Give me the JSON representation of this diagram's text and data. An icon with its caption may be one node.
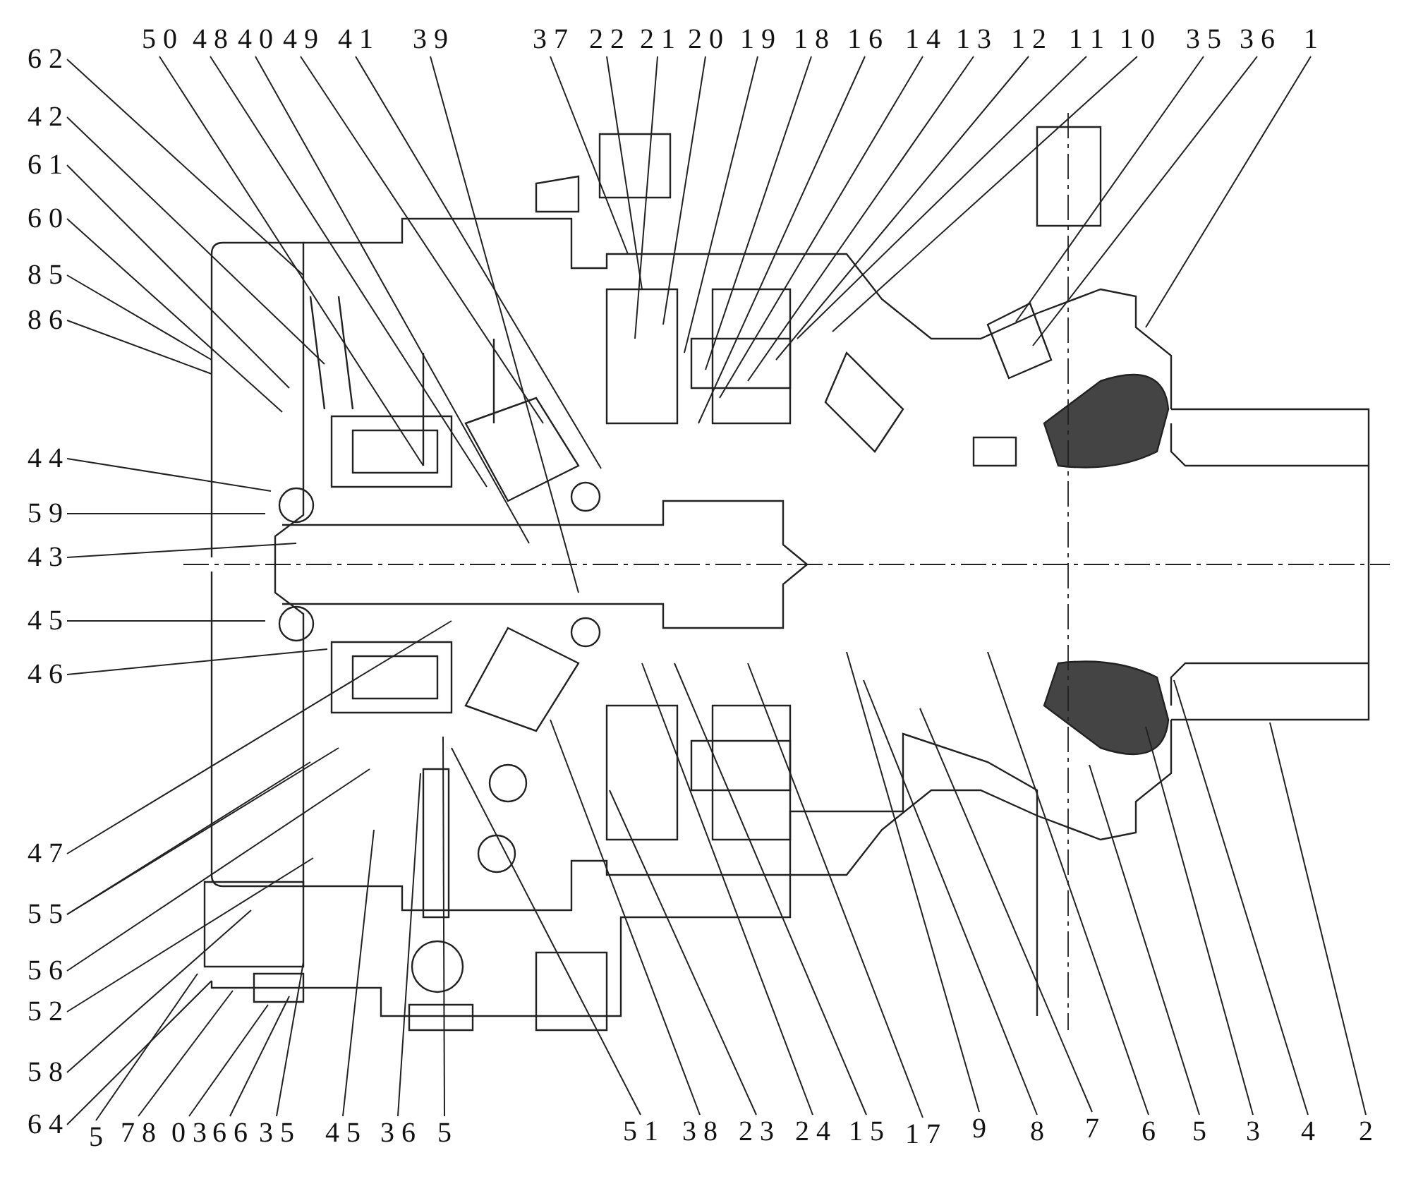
{
  "diagram": {
    "nodes": [
      {
        "text": [
          "5 0"
        ]
      },
      {
        "text": [
          "4 8"
        ]
      },
      {
        "text": [
          "4 0"
        ]
      },
      {
        "text": [
          "4 9"
        ]
      },
      {
        "text": [
          "4 1"
        ]
      },
      {
        "text": [
          "3 9"
        ]
      },
      {
        "text": [
          "3 7"
        ]
      },
      {
        "text": [
          "2 2"
        ]
      },
      {
        "text": [
          "2 1"
        ]
      },
      {
        "text": [
          "2 0"
        ]
      },
      {
        "text": [
          "1 9"
        ]
      },
      {
        "text": [
          "1 8"
        ]
      },
      {
        "text": [
          "1 6"
        ]
      },
      {
        "text": [
          "1 4"
        ]
      },
      {
        "text": [
          "1 3"
        ]
      },
      {
        "text": [
          "1 2"
        ]
      },
      {
        "text": [
          "1 1"
        ]
      },
      {
        "text": [
          "1 0"
        ]
      },
      {
        "text": [
          "3 5"
        ]
      },
      {
        "text": [
          "3 6"
        ]
      },
      {
        "text": [
          "1"
        ]
      },
      {
        "text": [
          "6 2"
        ]
      },
      {
        "text": [
          "4 2"
        ]
      },
      {
        "text": [
          "6 1"
        ]
      },
      {
        "text": [
          "6 0"
        ]
      },
      {
        "text": [
          "8 5"
        ]
      },
      {
        "text": [
          "8 6"
        ]
      },
      {
        "text": [
          "4 4"
        ]
      },
      {
        "text": [
          "5 9"
        ]
      },
      {
        "text": [
          "4 3"
        ]
      },
      {
        "text": [
          "4 5"
        ]
      },
      {
        "text": [
          "4 6"
        ]
      },
      {
        "text": [
          "4 7"
        ]
      },
      {
        "text": [
          "5 5"
        ]
      },
      {
        "text": [
          "5 6"
        ]
      },
      {
        "text": [
          "5 2"
        ]
      },
      {
        "text": [
          "5 8"
        ]
      },
      {
        "text": [
          "6 4"
        ]
      },
      {
        "text": [
          "5"
        ]
      },
      {
        "text": [
          "7 8"
        ]
      },
      {
        "text": [
          "0 3"
        ]
      },
      {
        "text": [
          "6 6"
        ]
      },
      {
        "text": [
          "3 5"
        ]
      },
      {
        "text": [
          "4 5"
        ]
      },
      {
        "text": [
          "3 6"
        ]
      },
      {
        "text": [
          "5"
        ]
      },
      {
        "text": [
          "5 1"
        ]
      },
      {
        "text": [
          "3 8"
        ]
      },
      {
        "text": [
          "2 3"
        ]
      },
      {
        "text": [
          "2 4"
        ]
      },
      {
        "text": [
          "1 5"
        ]
      },
      {
        "text": [
          "1 7"
        ]
      },
      {
        "text": [
          "9"
        ]
      },
      {
        "text": [
          "8"
        ]
      },
      {
        "text": [
          "7"
        ]
      },
      {
        "text": [
          "6"
        ]
      },
      {
        "text": [
          "5"
        ]
      },
      {
        "text": [
          "3"
        ]
      },
      {
        "text": [
          "4"
        ]
      },
      {
        "text": [
          "2"
        ]
      }
    ],
    "edges": [
      {
        "from": 0,
        "to": null,
        "arrow": "none"
      },
      {
        "from": 1,
        "to": null,
        "arrow": "none"
      },
      {
        "from": 2,
        "to": null,
        "arrow": "none"
      },
      {
        "from": 3,
        "to": null,
        "arrow": "none"
      },
      {
        "from": 4,
        "to": null,
        "arrow": "none"
      },
      {
        "from": 5,
        "to": null,
        "arrow": "none"
      },
      {
        "from": 6,
        "to": null,
        "arrow": "none"
      },
      {
        "from": 7,
        "to": null,
        "arrow": "none"
      },
      {
        "from": 8,
        "to": null,
        "arrow": "none"
      },
      {
        "from": 9,
        "to": null,
        "arrow": "none"
      },
      {
        "from": 10,
        "to": null,
        "arrow": "none"
      },
      {
        "from": 11,
        "to": null,
        "arrow": "none"
      },
      {
        "from": 12,
        "to": null,
        "arrow": "none"
      },
      {
        "from": 13,
        "to": null,
        "arrow": "none"
      },
      {
        "from": 14,
        "to": null,
        "arrow": "none"
      },
      {
        "from": 15,
        "to": null,
        "arrow": "none"
      },
      {
        "from": 16,
        "to": null,
        "arrow": "none"
      },
      {
        "from": 17,
        "to": null,
        "arrow": "none"
      },
      {
        "from": 18,
        "to": null,
        "arrow": "none"
      },
      {
        "from": 19,
        "to": null,
        "arrow": "none"
      },
      {
        "from": 20,
        "to": null,
        "arrow": "none"
      },
      {
        "from": 21,
        "to": null,
        "arrow": "none"
      },
      {
        "from": 22,
        "to": null,
        "arrow": "none"
      },
      {
        "from": 23,
        "to": null,
        "arrow": "none"
      },
      {
        "from": 24,
        "to": null,
        "arrow": "none"
      },
      {
        "from": 25,
        "to": null,
        "arrow": "none"
      },
      {
        "from": 26,
        "to": null,
        "arrow": "none"
      },
      {
        "from": 27,
        "to": null,
        "arrow": "none"
      },
      {
        "from": 28,
        "to": null,
        "arrow": "none"
      },
      {
        "from": 29,
        "to": null,
        "arrow": "none"
      },
      {
        "from": 30,
        "to": null,
        "arrow": "none"
      },
      {
        "from": 31,
        "to": null,
        "arrow": "none"
      },
      {
        "from": 32,
        "to": null,
        "arrow": "none"
      },
      {
        "from": 33,
        "to": null,
        "arrow": "none"
      },
      {
        "from": 33,
        "to": null,
        "arrow": "none"
      },
      {
        "from": 34,
        "to": null,
        "arrow": "none"
      },
      {
        "from": 35,
        "to": null,
        "arrow": "none"
      },
      {
        "from": 36,
        "to": null,
        "arrow": "none"
      },
      {
        "from": 37,
        "to": null,
        "arrow": "none"
      },
      {
        "from": 38,
        "to": null,
        "arrow": "none"
      },
      {
        "from": 39,
        "to": null,
        "arrow": "none"
      },
      {
        "from": 40,
        "to": null,
        "arrow": "none"
      },
      {
        "from": 41,
        "to": null,
        "arrow": "none"
      },
      {
        "from": 42,
        "to": null,
        "arrow": "none"
      },
      {
        "from": 43,
        "to": null,
        "arrow": "none"
      },
      {
        "from": 44,
        "to": null,
        "arrow": "none"
      },
      {
        "from": 45,
        "to": null,
        "arrow": "none"
      },
      {
        "from": 46,
        "to": null,
        "arrow": "none"
      },
      {
        "from": 47,
        "to": null,
        "arrow": "none"
      },
      {
        "from": 48,
        "to": null,
        "arrow": "none"
      },
      {
        "from": 49,
        "to": null,
        "arrow": "none"
      },
      {
        "from": 50,
        "to": null,
        "arrow": "none"
      },
      {
        "from": 51,
        "to": null,
        "arrow": "none"
      },
      {
        "from": 52,
        "to": null,
        "arrow": "none"
      },
      {
        "from": 53,
        "to": null,
        "arrow": "none"
      },
      {
        "from": 54,
        "to": null,
        "arrow": "none"
      },
      {
        "from": 55,
        "to": null,
        "arrow": "none"
      },
      {
        "from": 56,
        "to": null,
        "arrow": "none"
      },
      {
        "from": 57,
        "to": null,
        "arrow": "none"
      },
      {
        "from": 58,
        "to": null,
        "arrow": "none"
      },
      {
        "from": 59,
        "to": null,
        "arrow": "none"
      }
    ]
  }
}
